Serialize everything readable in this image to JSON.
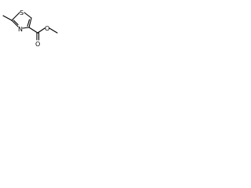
{
  "molecule": {
    "atoms": {
      "sulfur": "S",
      "nitrogen": "N",
      "carbonyl_oxygen": "O",
      "ester_oxygen": "O"
    }
  }
}
